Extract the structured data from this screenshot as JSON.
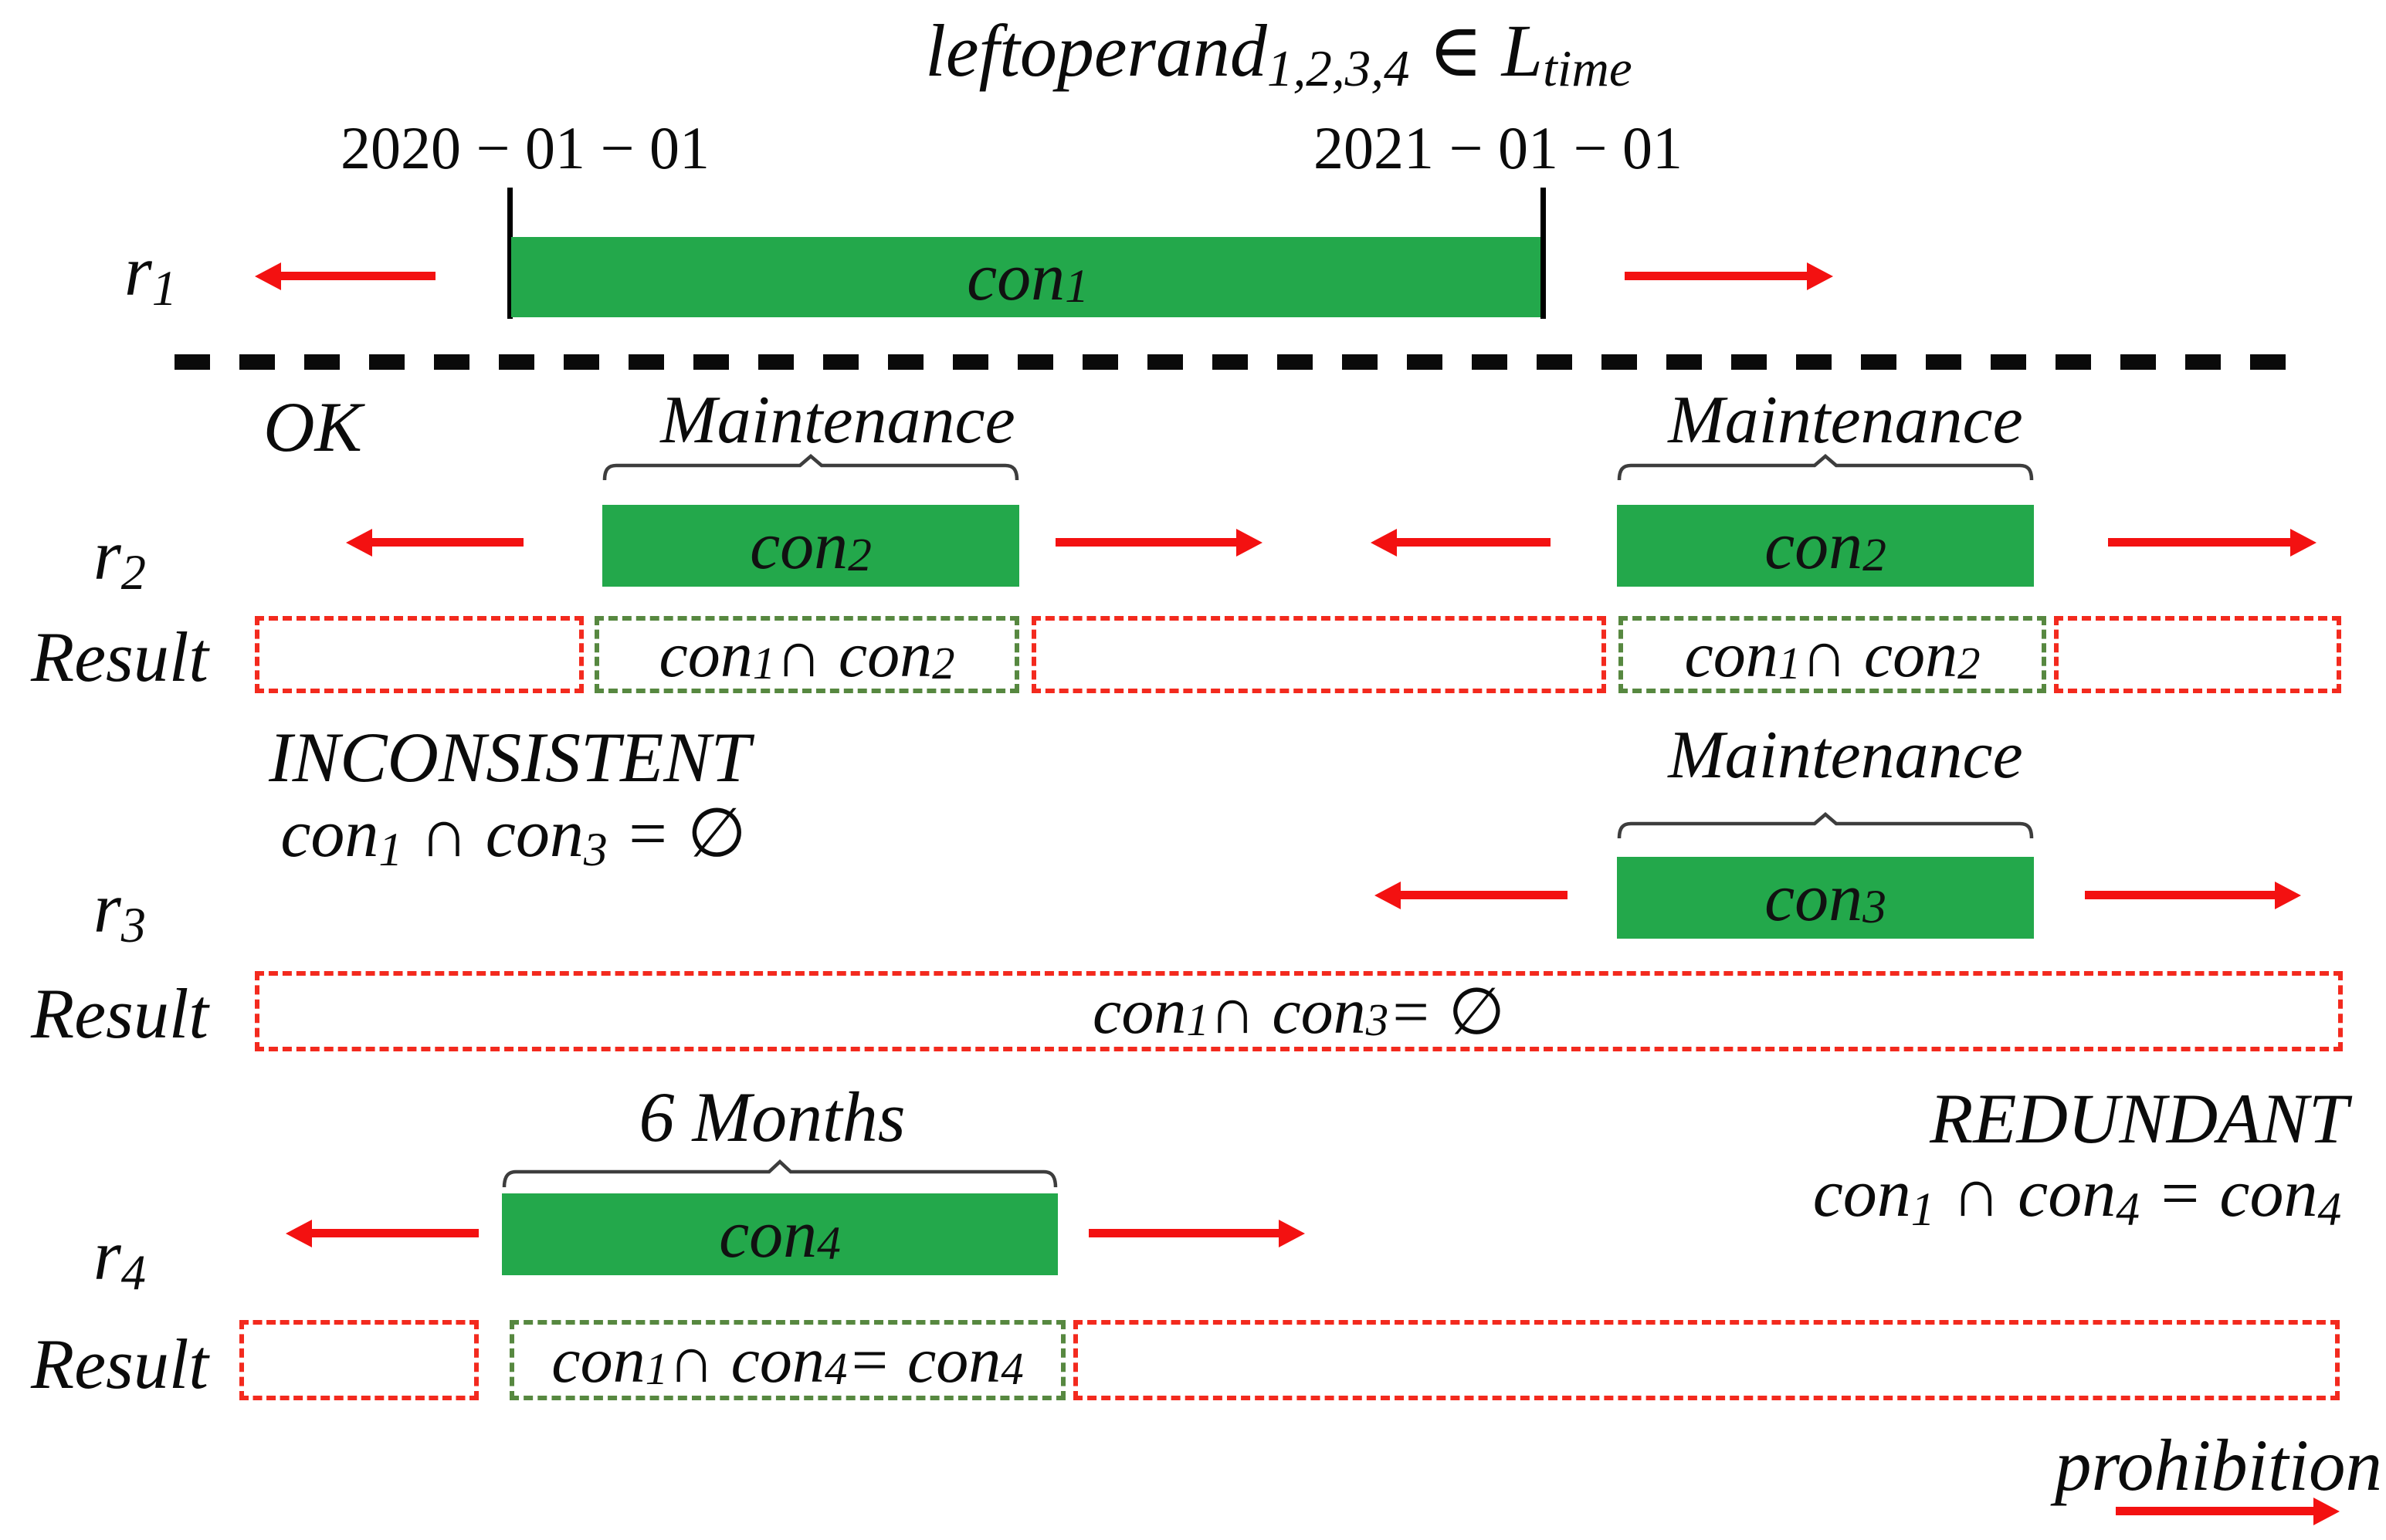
{
  "title_segments": [
    {
      "t": "leftoperand"
    },
    {
      "t": "1,2,3,4",
      "sub": true
    },
    {
      "t": " ∈ L",
      "sub": false
    },
    {
      "t": "time",
      "sub": true
    }
  ],
  "dates": {
    "start": "2020 − 01 − 01",
    "end": "2021 − 01 − 01"
  },
  "section_labels": {
    "ok": "OK",
    "maintenance": "Maintenance",
    "six_months": "6 Months",
    "inconsistent": "INCONSISTENT",
    "redundant": "REDUNDANT",
    "result": "Result",
    "prohibition": "prohibition"
  },
  "math": {
    "r1": [
      {
        "t": "r"
      },
      {
        "t": "1",
        "sub": true
      }
    ],
    "r2": [
      {
        "t": "r"
      },
      {
        "t": "2",
        "sub": true
      }
    ],
    "r3": [
      {
        "t": "r"
      },
      {
        "t": "3",
        "sub": true
      }
    ],
    "r4": [
      {
        "t": "r"
      },
      {
        "t": "4",
        "sub": true
      }
    ],
    "con1": [
      {
        "t": "con"
      },
      {
        "t": "1",
        "sub": true
      }
    ],
    "con2": [
      {
        "t": "con"
      },
      {
        "t": "2",
        "sub": true
      }
    ],
    "con3": [
      {
        "t": "con"
      },
      {
        "t": "3",
        "sub": true
      }
    ],
    "con4": [
      {
        "t": "con"
      },
      {
        "t": "4",
        "sub": true
      }
    ],
    "con1_cap_con2": [
      {
        "t": "con"
      },
      {
        "t": "1",
        "sub": true
      },
      {
        "t": " ∩ con"
      },
      {
        "t": "2",
        "sub": true
      }
    ],
    "con1_cap_con3_empty": [
      {
        "t": "con"
      },
      {
        "t": "1",
        "sub": true
      },
      {
        "t": " ∩ con"
      },
      {
        "t": "3",
        "sub": true
      },
      {
        "t": " = ∅"
      }
    ],
    "con1_cap_con4_eq_con4": [
      {
        "t": "con"
      },
      {
        "t": "1",
        "sub": true
      },
      {
        "t": " ∩ con"
      },
      {
        "t": "4",
        "sub": true
      },
      {
        "t": " = con"
      },
      {
        "t": "4",
        "sub": true
      }
    ]
  },
  "colors": {
    "interval_green": "#23A84B",
    "arrow_red": "#F31111",
    "result_red_dash": "#F32A1E",
    "result_green_dash": "#578840",
    "brace_gray": "#3d3d3d",
    "divider_black": "#0a0a0a"
  }
}
